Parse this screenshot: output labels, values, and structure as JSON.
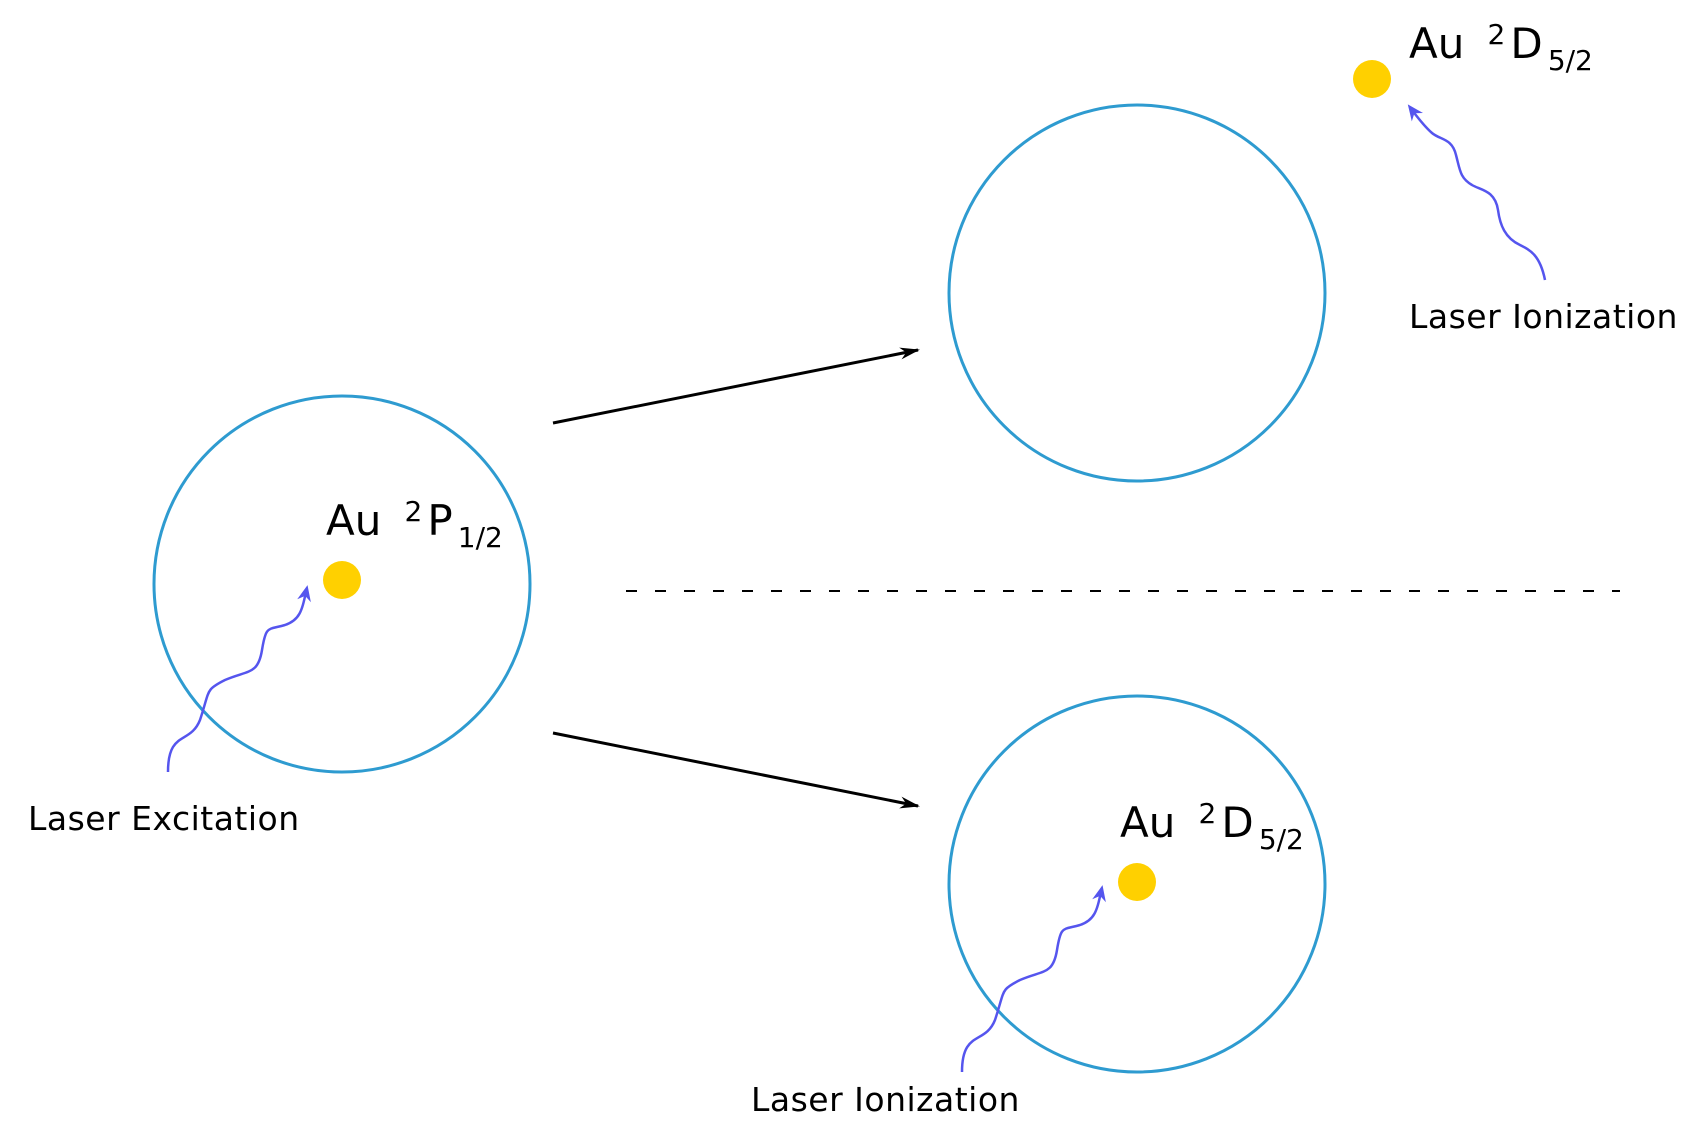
{
  "colors": {
    "cell_circle": "#2E9BD0",
    "atom": "#FFD000",
    "photon": "#5555EE",
    "arrow": "#000000",
    "divider": "#000000"
  },
  "labels": {
    "initial_state": {
      "element": "Au",
      "sup": "2",
      "term": "P",
      "sub": "1/2"
    },
    "escaped_state": {
      "element": "Au",
      "sup": "2",
      "term": "D",
      "sub": "5/2"
    },
    "trapped_state": {
      "element": "Au",
      "sup": "2",
      "term": "D",
      "sub": "5/2"
    },
    "excitation_caption": "Laser Excitation",
    "ionization_caption_top": "Laser Ionization",
    "ionization_caption_bottom": "Laser Ionization"
  }
}
